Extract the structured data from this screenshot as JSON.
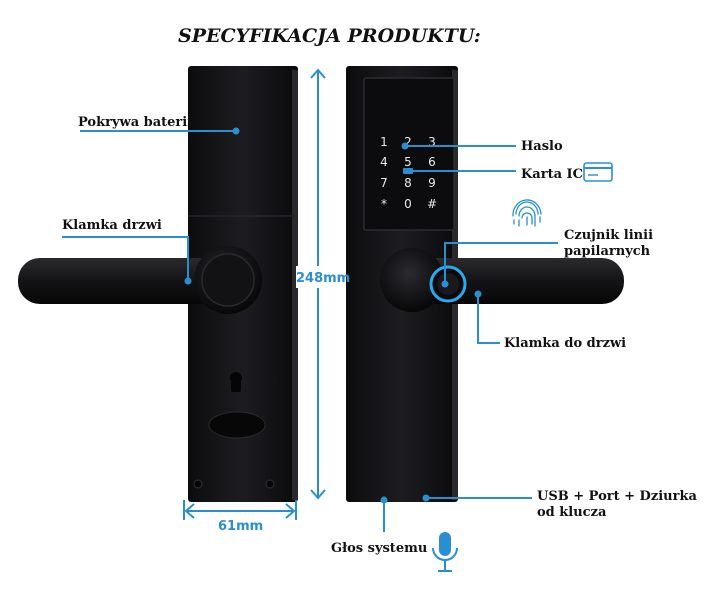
{
  "title": "SPECYFIKACJA PRODUKTU:",
  "labels": {
    "battery_cover": "Pokrywa baterii",
    "door_handle_left": "Klamka drzwi",
    "password": "Haslo",
    "ic_card": "Karta IC",
    "fingerprint_sensor_line1": "Czujnik linii",
    "fingerprint_sensor_line2": "papilarnych",
    "door_handle_right": "Klamka do drzwi",
    "usb_port_line1": "USB + Port + Dziurka",
    "usb_port_line2": "od klucza",
    "system_voice": "Głos systemu"
  },
  "dimensions": {
    "height": "248mm",
    "width": "61mm"
  },
  "keypad": {
    "keys": [
      "1",
      "2",
      "3",
      "4",
      "5",
      "6",
      "7",
      "8",
      "9",
      "*",
      "0",
      "#"
    ]
  },
  "colors": {
    "accent": "#2a8fd0",
    "lock_body": "#141416",
    "text": "#111111"
  },
  "icons": [
    "card-icon",
    "fingerprint-icon",
    "microphone-icon"
  ]
}
